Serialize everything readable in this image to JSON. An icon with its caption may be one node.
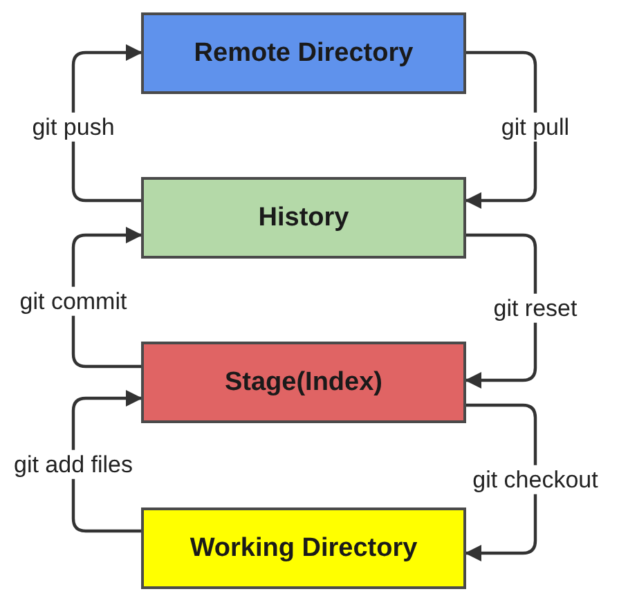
{
  "diagram": {
    "nodes": [
      {
        "text": [
          "Remote Directory"
        ]
      },
      {
        "text": [
          "History"
        ]
      },
      {
        "text": [
          "Stage(Index)"
        ]
      },
      {
        "text": [
          "Working Directory"
        ]
      }
    ],
    "edges": [
      {
        "from": 1,
        "to": 0,
        "arrow": "to",
        "label": "git push"
      },
      {
        "from": 0,
        "to": 1,
        "arrow": "to",
        "label": "git pull"
      },
      {
        "from": 2,
        "to": 1,
        "arrow": "to",
        "label": "git commit"
      },
      {
        "from": 1,
        "to": 2,
        "arrow": "to",
        "label": "git reset"
      },
      {
        "from": 3,
        "to": 2,
        "arrow": "to",
        "label": "git add files"
      },
      {
        "from": 2,
        "to": 3,
        "arrow": "to",
        "label": "git checkout"
      }
    ]
  }
}
